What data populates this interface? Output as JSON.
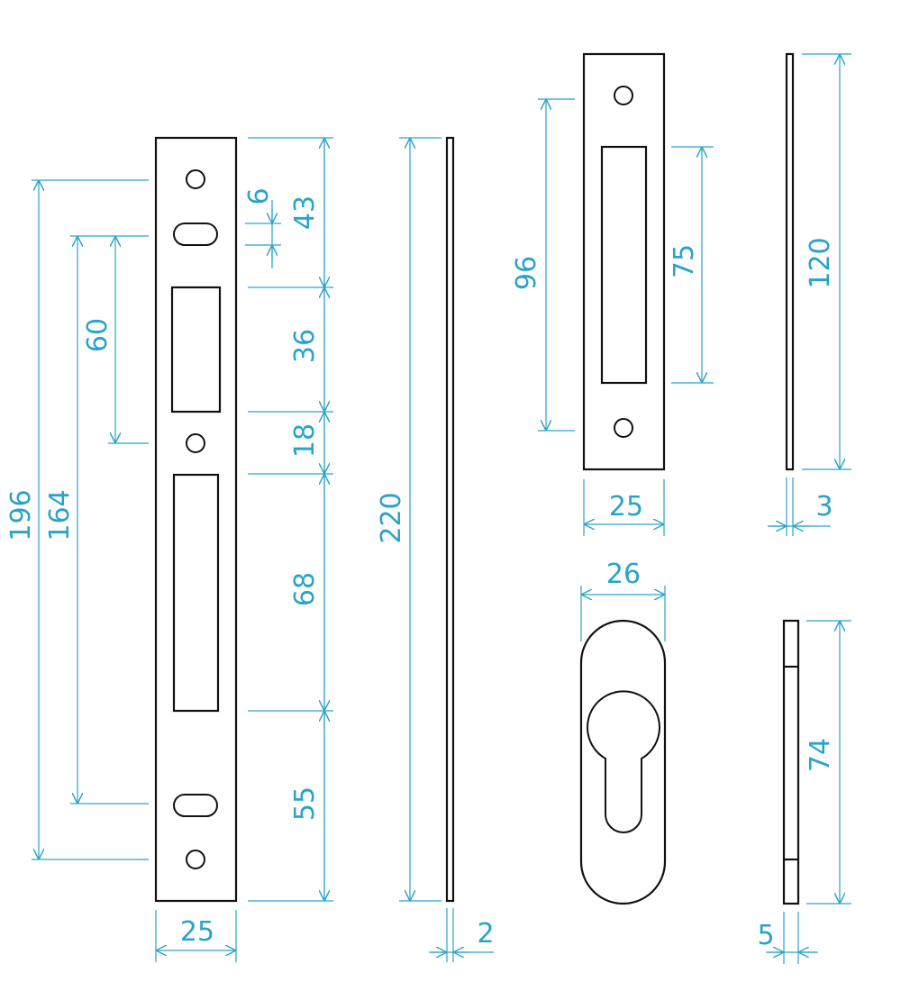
{
  "colors": {
    "outline": "#111111",
    "dimension": "#2aa3c7",
    "background": "#ffffff"
  },
  "dimensions": {
    "front_plate": {
      "total_length": "196",
      "inner_holes": "164",
      "upper_span": "60",
      "top_offset": "43",
      "slot_height": "6",
      "latch_opening": "36",
      "gap": "18",
      "bolt_opening": "68",
      "bottom_offset": "55",
      "width": "25"
    },
    "side_profile": {
      "length": "220",
      "thickness": "2"
    },
    "strike_plate": {
      "hole_spacing": "96",
      "opening": "75",
      "width": "25",
      "length": "120",
      "thickness": "3"
    },
    "escutcheon": {
      "width": "26",
      "height": "74",
      "thickness": "5"
    }
  }
}
